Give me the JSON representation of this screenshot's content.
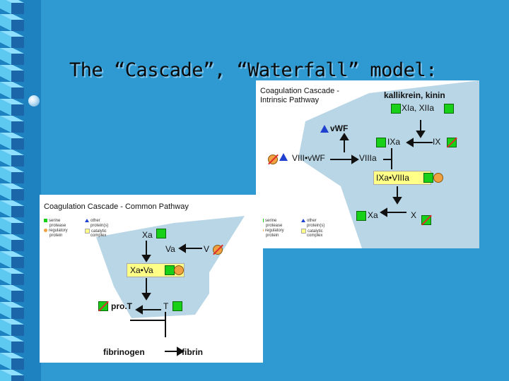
{
  "slide": {
    "title": "The “Cascade”, “Waterfall” model:"
  },
  "intrinsic": {
    "title_line1": "Coagulation Cascade -",
    "title_line2": "Intrinsic Pathway",
    "kallikrein": "kallikrein, kinin",
    "xia_xiia": "XIa, XIIa",
    "vwf": "vWF",
    "ixa": "IXa",
    "ix": "IX",
    "viii_vwf": "VIII•vWF",
    "viiia": "VIIIa",
    "ixa_viiia": "IXa•VIIIa",
    "xa": "Xa",
    "x": "X",
    "legend": {
      "serine1": "serine",
      "serine2": "protease",
      "regulatory1": "regulatory",
      "regulatory2": "protein",
      "other1": "other",
      "other2": "protein(s)",
      "catalytic1": "catalytic",
      "catalytic2": "complex"
    }
  },
  "common": {
    "title": "Coagulation Cascade - Common Pathway",
    "xa": "Xa",
    "va": "Va",
    "v": "V",
    "xa_va": "Xa•Va",
    "prot": "pro.T",
    "t": "T",
    "fibrinogen": "fibrinogen",
    "fibrin": "fibrin",
    "legend": {
      "serine1": "serine",
      "serine2": "protease",
      "regulatory1": "regulatory",
      "regulatory2": "protein",
      "other1": "other",
      "other2": "protein(s)",
      "catalytic1": "catalytic",
      "catalytic2": "complex"
    }
  },
  "colors": {
    "background": "#2f9ad2",
    "band": "#1e82c0",
    "sheet": "#b9d6e6",
    "serine_protease": "#18d018",
    "regulatory_protein": "#f0a040",
    "other_protein": "#2040d0",
    "catalytic_complex": "#ffff88",
    "inhibition": "#e02a2a"
  }
}
